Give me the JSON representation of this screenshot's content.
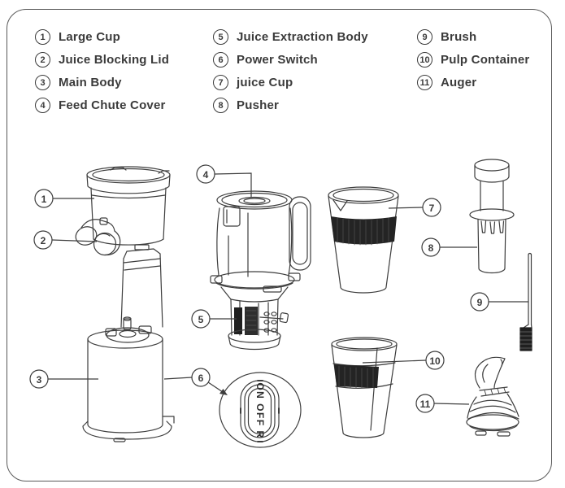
{
  "legend": {
    "columns": [
      {
        "items": [
          {
            "num": "1",
            "label": "Large Cup"
          },
          {
            "num": "2",
            "label": "Juice Blocking Lid"
          },
          {
            "num": "3",
            "label": "Main Body"
          },
          {
            "num": "4",
            "label": "Feed Chute Cover"
          }
        ]
      },
      {
        "items": [
          {
            "num": "5",
            "label": "Juice Extraction Body"
          },
          {
            "num": "6",
            "label": "Power Switch"
          },
          {
            "num": "7",
            "label": "juice Cup"
          },
          {
            "num": "8",
            "label": "Pusher"
          }
        ]
      },
      {
        "items": [
          {
            "num": "9",
            "label": "Brush"
          },
          {
            "num": "10",
            "label": "Pulp Container"
          },
          {
            "num": "11",
            "label": "Auger"
          }
        ]
      }
    ]
  },
  "diagram": {
    "power_switch_label": "ON OFF R",
    "callouts": [
      {
        "num": "1"
      },
      {
        "num": "2"
      },
      {
        "num": "3"
      },
      {
        "num": "4"
      },
      {
        "num": "5"
      },
      {
        "num": "6"
      },
      {
        "num": "7"
      },
      {
        "num": "8"
      },
      {
        "num": "9"
      },
      {
        "num": "10"
      },
      {
        "num": "11"
      }
    ]
  },
  "colors": {
    "line": "#3d3d3d",
    "text": "#3b3b3b",
    "dark_fill": "#232323",
    "background": "#ffffff"
  }
}
